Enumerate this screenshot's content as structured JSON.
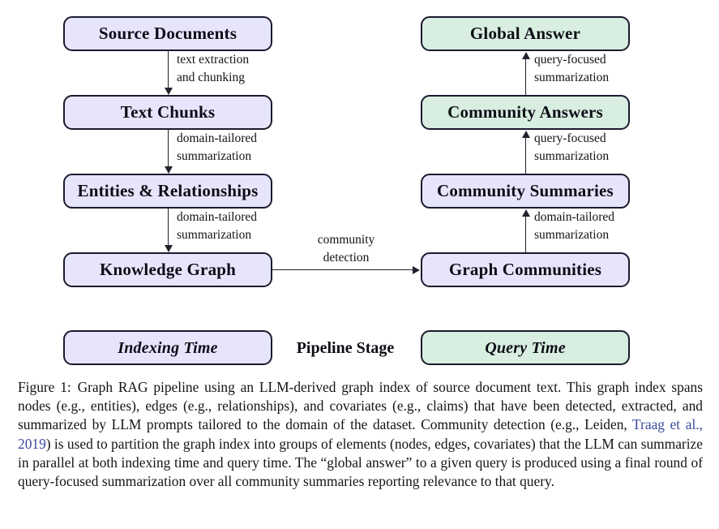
{
  "figure": {
    "nodes": {
      "source_documents": "Source Documents",
      "text_chunks": "Text Chunks",
      "entities_relationships": "Entities & Relationships",
      "knowledge_graph": "Knowledge Graph",
      "graph_communities": "Graph Communities",
      "community_summaries": "Community Summaries",
      "community_answers": "Community Answers",
      "global_answer": "Global Answer"
    },
    "edges": {
      "text_extraction_line1": "text extraction",
      "text_extraction_line2": "and chunking",
      "domain_tailored_line1": "domain-tailored",
      "domain_tailored_line2": "summarization",
      "domain_tailored_2_line1": "domain-tailored",
      "domain_tailored_2_line2": "summarization",
      "community_detection_line1": "community",
      "community_detection_line2": "detection",
      "domain_tailored_3_line1": "domain-tailored",
      "domain_tailored_3_line2": "summarization",
      "query_focused_line1": "query-focused",
      "query_focused_line2": "summarization",
      "query_focused_2_line1": "query-focused",
      "query_focused_2_line2": "summarization"
    },
    "legend": {
      "indexing": "Indexing Time",
      "pipeline_stage": "Pipeline Stage",
      "query": "Query Time"
    },
    "colors": {
      "indexing_fill": "#e7e5fb",
      "query_fill": "#d8eee0",
      "border": "#1b1b2e",
      "arrow": "#23232f",
      "citation_link": "#3b4a9e"
    }
  },
  "caption": {
    "label": "Figure 1:",
    "part1": "Graph RAG pipeline using an LLM-derived graph index of source document text. This graph index spans nodes (e.g., entities), edges (e.g., relationships), and covariates (e.g., claims) that have been detected, extracted, and summarized by LLM prompts tailored to the domain of the dataset. Community detection (e.g., Leiden, ",
    "citation": "Traag et al., 2019",
    "part2": ") is used to partition the graph index into groups of elements (nodes, edges, covariates) that the LLM can summarize in parallel at both indexing time and query time. The “global answer” to a given query is produced using a final round of query-focused summarization over all community summaries reporting relevance to that query."
  }
}
